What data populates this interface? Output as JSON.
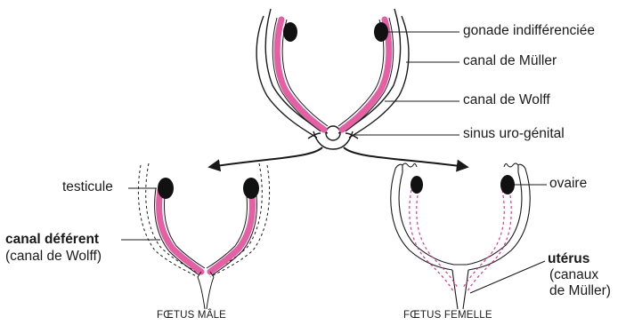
{
  "labels": {
    "gonad": "gonade indifférenciée",
    "mullerian_duct": "canal de Müller",
    "wolffian_duct": "canal de Wolff",
    "urogenital_sinus": "sinus uro-génital",
    "testis": "testicule",
    "vas_deferens_bold": "canal déférent",
    "vas_deferens_paren": "(canal de Wolff)",
    "ovary": "ovaire",
    "uterus_bold": "utérus",
    "uterus_paren_1": "(canaux",
    "uterus_paren_2": "de Müller)"
  },
  "captions": {
    "male": "FŒTUS MÂLE",
    "female": "FŒTUS FEMELLE"
  },
  "colors": {
    "wolffian": "#e45fa3",
    "mullerian_dashed": "#d63a8e",
    "gonad": "#111111",
    "line": "#1a1a1a"
  }
}
